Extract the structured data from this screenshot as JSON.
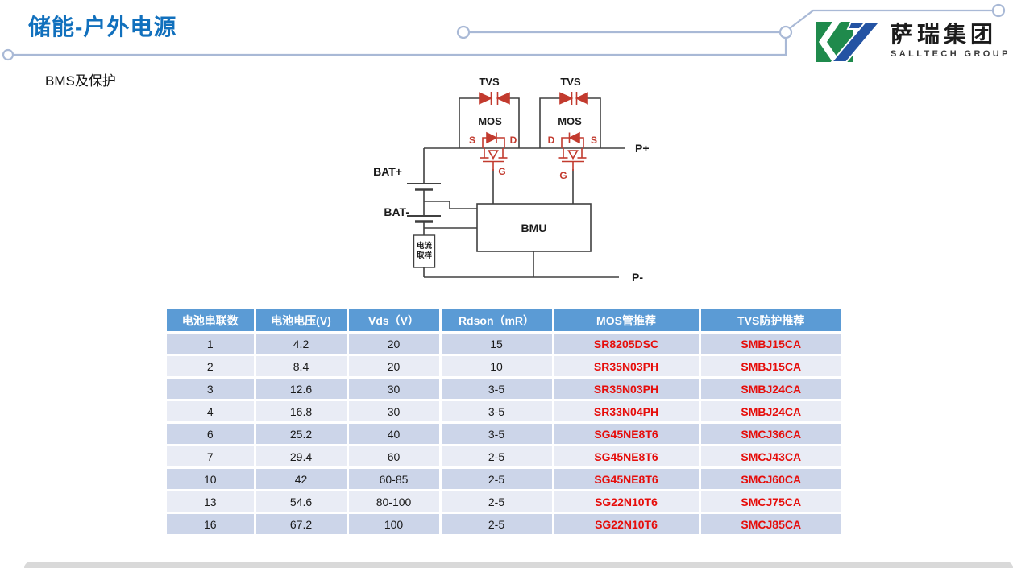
{
  "page": {
    "title": "储能-户外电源",
    "subtitle": "BMS及保护"
  },
  "logo": {
    "company_name": "萨瑞集团",
    "company_name_en": "SALLTECH GROUP",
    "brand_green": "#1f8a4c",
    "brand_blue": "#2353a3"
  },
  "diagram": {
    "labels": {
      "tvs_left": "TVS",
      "tvs_right": "TVS",
      "mos_left": "MOS",
      "mos_right": "MOS",
      "mos_left_source": "S",
      "mos_left_drain": "D",
      "mos_right_drain": "D",
      "mos_right_source": "S",
      "mos_left_gate": "G",
      "mos_right_gate": "G",
      "battery_positive": "BAT+",
      "battery_negative": "BAT-",
      "controller": "BMU",
      "current_sense_line1": "电流",
      "current_sense_line2": "取样",
      "output_positive": "P+",
      "output_negative": "P-"
    },
    "colors": {
      "wire": "#404040",
      "component_red": "#c23a2e"
    }
  },
  "table": {
    "headers": [
      "电池串联数",
      "电池电压(V)",
      "Vds（V）",
      "Rdson（mR）",
      "MOS管推荐",
      "TVS防护推荐"
    ],
    "rows": [
      [
        "1",
        "4.2",
        "20",
        "15",
        "SR8205DSC",
        "SMBJ15CA"
      ],
      [
        "2",
        "8.4",
        "20",
        "10",
        "SR35N03PH",
        "SMBJ15CA"
      ],
      [
        "3",
        "12.6",
        "30",
        "3-5",
        "SR35N03PH",
        "SMBJ24CA"
      ],
      [
        "4",
        "16.8",
        "30",
        "3-5",
        "SR33N04PH",
        "SMBJ24CA"
      ],
      [
        "6",
        "25.2",
        "40",
        "3-5",
        "SG45NE8T6",
        "SMCJ36CA"
      ],
      [
        "7",
        "29.4",
        "60",
        "2-5",
        "SG45NE8T6",
        "SMCJ43CA"
      ],
      [
        "10",
        "42",
        "60-85",
        "2-5",
        "SG45NE8T6",
        "SMCJ60CA"
      ],
      [
        "13",
        "54.6",
        "80-100",
        "2-5",
        "SG22N10T6",
        "SMCJ75CA"
      ],
      [
        "16",
        "67.2",
        "100",
        "2-5",
        "SG22N10T6",
        "SMCJ85CA"
      ]
    ],
    "colors": {
      "header_background": "#5b9bd5",
      "header_text": "#ffffff",
      "row_dark": "#ccd5e9",
      "row_light": "#e9ecf5",
      "part_number_red": "#e60d0a"
    }
  },
  "theme": {
    "title_blue": "#1170bd",
    "connector_line": "#a9b9d6",
    "footer_bar": "#d9d9d9"
  }
}
